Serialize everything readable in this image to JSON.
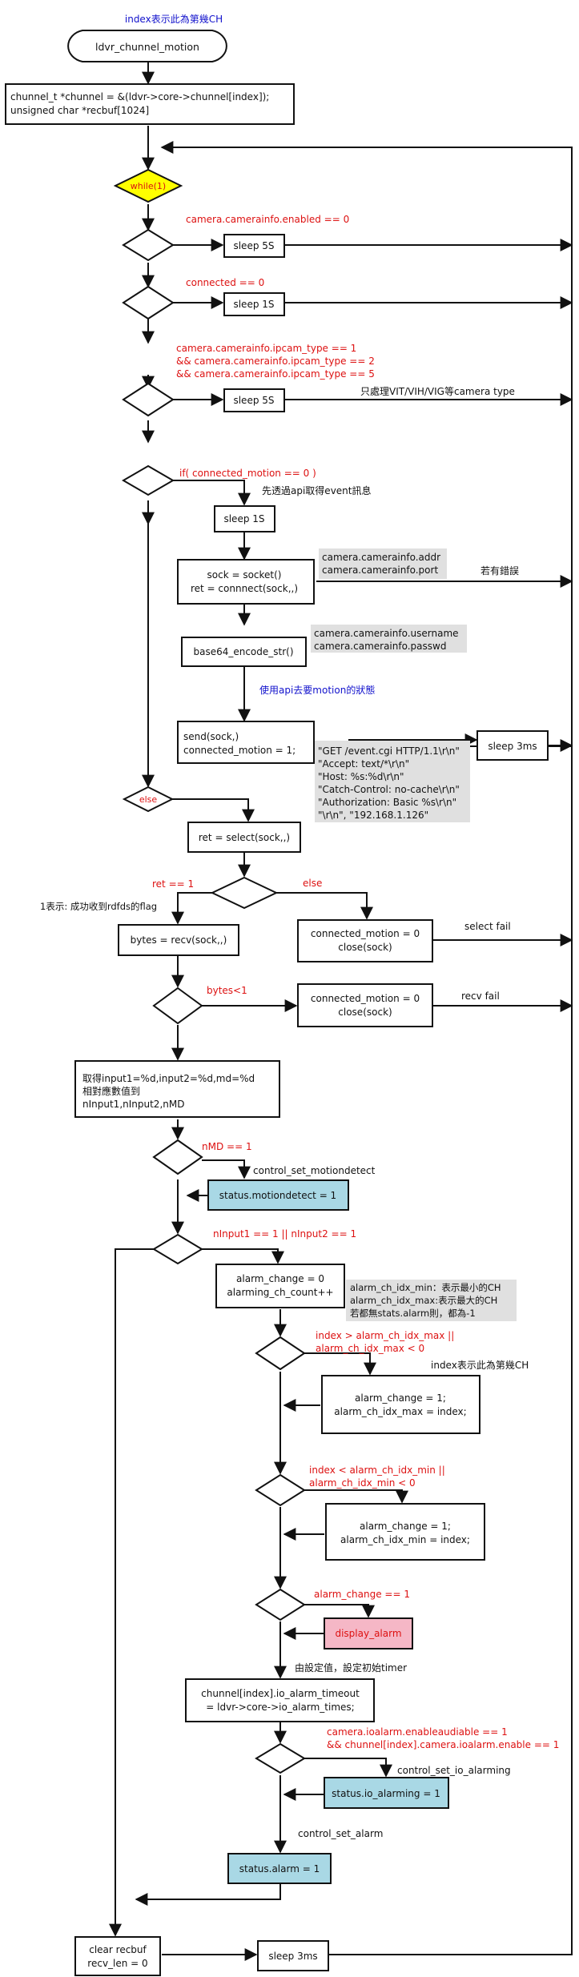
{
  "title_note": "index表示此為第幾CH",
  "colors": {
    "red": "#dd1111",
    "blue": "#1111cc",
    "black": "#111111",
    "gray_fill": "#e0e0e0",
    "yellow": "#ffff00",
    "lightblue": "#a9d8e5",
    "pink": "#f5b7c6"
  },
  "nodes": {
    "start": "ldvr_chunnel_motion",
    "init": [
      "chunnel_t *chunnel = &(ldvr->core->chunnel[index]);",
      "unsigned char *recbuf[1024]"
    ],
    "while": "while(1)",
    "sleep5s_a": "sleep 5S",
    "sleep1s_a": "sleep 1S",
    "sleep5s_b": "sleep 5S",
    "sleep1s_b": "sleep 1S",
    "socket": [
      "sock = socket()",
      "ret  = connnect(sock,,)"
    ],
    "base64": "base64_encode_str()",
    "send": [
      "send(sock,)",
      "connected_motion = 1;"
    ],
    "sleep3ms_a": "sleep 3ms",
    "else_diamond": "else",
    "select": "ret = select(sock,,)",
    "recv": "bytes = recv(sock,,)",
    "select_fail": [
      "connected_motion = 0",
      "close(sock)"
    ],
    "recv_fail": [
      "connected_motion = 0",
      "close(sock)"
    ],
    "parse": [
      "取得input1=%d,input2=%d,md=%d",
      "相對應數值到",
      "nInput1,nInput2,nMD"
    ],
    "motiondetect": "status.motiondetect = 1",
    "alarm_change_init": [
      "alarm_change = 0",
      "alarming_ch_count++"
    ],
    "idx_max": [
      "alarm_change = 1;",
      "alarm_ch_idx_max = index;"
    ],
    "idx_min": [
      "alarm_change = 1;",
      "alarm_ch_idx_min = index;"
    ],
    "display_alarm": "display_alarm",
    "timeout": [
      "chunnel[index].io_alarm_timeout",
      "= ldvr->core->io_alarm_times;"
    ],
    "io_alarming": "status.io_alarming = 1",
    "status_alarm": "status.alarm = 1",
    "clear": [
      "clear recbuf",
      "recv_len = 0"
    ],
    "sleep3ms_b": "sleep 3ms"
  },
  "conditions": {
    "enabled": "camera.camerainfo.enabled == 0",
    "connected": "connected == 0",
    "ipcam": [
      "camera.camerainfo.ipcam_type == 1",
      "&& camera.camerainfo.ipcam_type == 2",
      "&& camera.camerainfo.ipcam_type == 5"
    ],
    "connected_motion": "if( connected_motion == 0 )",
    "ret1": "ret == 1",
    "else": "else",
    "bytes": "bytes<1",
    "nmd": "nMD == 1",
    "ninput": "nInput1 == 1 || nInput2 == 1",
    "idx_max": [
      "index > alarm_ch_idx_max ||",
      "alarm_ch_idx_max < 0"
    ],
    "idx_min": [
      "index < alarm_ch_idx_min ||",
      "alarm_ch_idx_min < 0"
    ],
    "alarm_change": "alarm_change == 1",
    "ioalarm": [
      "camera.ioalarm.enableaudiable == 1",
      "&& chunnel[index].camera.ioalarm.enable == 1"
    ]
  },
  "notes": {
    "vit": "只處理VIT/VIH/VIG等camera type",
    "api_event": "先透過api取得event訊息",
    "addr_port": [
      "camera.camerainfo.addr",
      "camera.camerainfo.port"
    ],
    "error": "若有錯誤",
    "user_pass": [
      "camera.camerainfo.username",
      "camera.camerainfo.passwd"
    ],
    "use_api": "使用api去要motion的狀態",
    "http": [
      "\"GET /event.cgi HTTP/1.1\\r\\n\"",
      "\"Accept: text/*\\r\\n\"",
      "\"Host: %s:%d\\r\\n\"",
      "\"Catch-Control: no-cache\\r\\n\"",
      "\"Authorization: Basic %s\\r\\n\"",
      "\"\\r\\n\", \"192.168.1.126\""
    ],
    "rdfds": "1表示: 成功收到rdfds的flag",
    "select_fail": "select fail",
    "recv_fail": "recv fail",
    "motion_fn": "control_set_motiondetect",
    "idx_info": [
      "alarm_ch_idx_min：表示最小的CH",
      "alarm_ch_idx_max:表示最大的CH",
      "若都無stats.alarm則，都為-1"
    ],
    "index_ch": "index表示此為第幾CH",
    "timer": "由設定值，設定初始timer",
    "io_fn": "control_set_io_alarming",
    "alarm_fn": "control_set_alarm"
  }
}
